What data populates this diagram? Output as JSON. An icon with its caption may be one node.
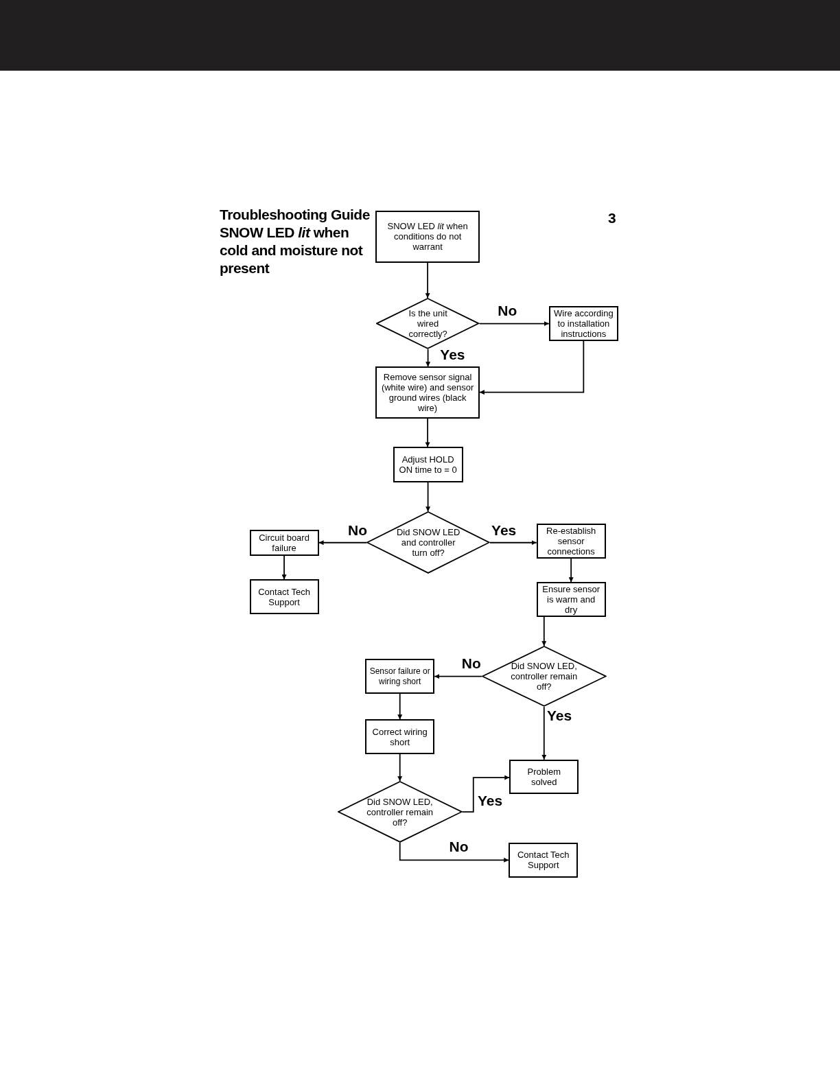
{
  "diagram": {
    "title": "Troubleshooting Guide SNOW LED *lit* when cold and moisture not present",
    "nodes": [
      {
        "text": [
          "SNOW LED *lit* when conditions do not warrant"
        ]
      },
      {
        "text": [
          "Is the unit wired correctly?"
        ]
      },
      {
        "text": [
          "Wire according to installation instructions"
        ]
      },
      {
        "text": [
          "Remove sensor signal (white wire) and sensor ground wires (black wire)"
        ]
      },
      {
        "text": [
          "Adjust HOLD ON time to = 0"
        ]
      },
      {
        "text": [
          "Did SNOW LED and controller turn off?"
        ]
      },
      {
        "text": [
          "Circuit board failure"
        ]
      },
      {
        "text": [
          "Contact Tech Support"
        ]
      },
      {
        "text": [
          "Re-establish sensor connections"
        ]
      },
      {
        "text": [
          "Ensure sensor is warm and dry"
        ]
      },
      {
        "text": [
          "Did SNOW LED, controller remain off?"
        ]
      },
      {
        "text": [
          "Sensor failure or wiring short"
        ]
      },
      {
        "text": [
          "Correct wiring short"
        ]
      },
      {
        "text": [
          "Did SNOW LED, controller remain off?"
        ]
      },
      {
        "text": [
          "Problem solved"
        ]
      },
      {
        "text": [
          "Contact Tech Support"
        ]
      }
    ],
    "edges": [
      {
        "from": 0,
        "to": 1,
        "arrow": "to"
      },
      {
        "from": 1,
        "to": 2,
        "arrow": "to",
        "label": "No"
      },
      {
        "from": 1,
        "to": 3,
        "arrow": "to",
        "label": "Yes"
      },
      {
        "from": 2,
        "to": 3,
        "arrow": "to"
      },
      {
        "from": 3,
        "to": 4,
        "arrow": "to"
      },
      {
        "from": 4,
        "to": 5,
        "arrow": "to"
      },
      {
        "from": 5,
        "to": 6,
        "arrow": "to",
        "label": "No"
      },
      {
        "from": 5,
        "to": 8,
        "arrow": "to",
        "label": "Yes"
      },
      {
        "from": 6,
        "to": 7,
        "arrow": "to"
      },
      {
        "from": 8,
        "to": 9,
        "arrow": "to"
      },
      {
        "from": 9,
        "to": 10,
        "arrow": "to"
      },
      {
        "from": 10,
        "to": 11,
        "arrow": "to",
        "label": "No"
      },
      {
        "from": 10,
        "to": 14,
        "arrow": "to",
        "label": "Yes"
      },
      {
        "from": 11,
        "to": 12,
        "arrow": "to"
      },
      {
        "from": 12,
        "to": 13,
        "arrow": "to"
      },
      {
        "from": 13,
        "to": 14,
        "arrow": "to",
        "label": "Yes"
      },
      {
        "from": 13,
        "to": 15,
        "arrow": "to",
        "label": "No"
      }
    ],
    "labels": [
      "3"
    ]
  }
}
